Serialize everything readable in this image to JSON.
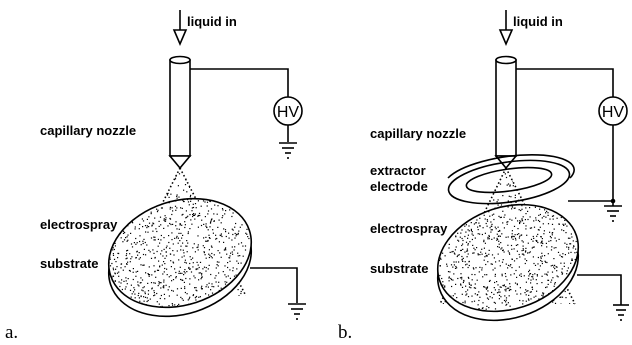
{
  "panels": [
    {
      "panel_label": "a.",
      "liquid_in": "liquid in",
      "hv": "HV",
      "capillary_nozzle": "capillary nozzle",
      "electrospray": "electrospray",
      "substrate": "substrate"
    },
    {
      "panel_label": "b.",
      "liquid_in": "liquid in",
      "hv": "HV",
      "capillary_nozzle": "capillary nozzle",
      "extractor_line1": "extractor",
      "extractor_line2": "electrode",
      "electrospray": "electrospray",
      "substrate": "substrate"
    }
  ]
}
